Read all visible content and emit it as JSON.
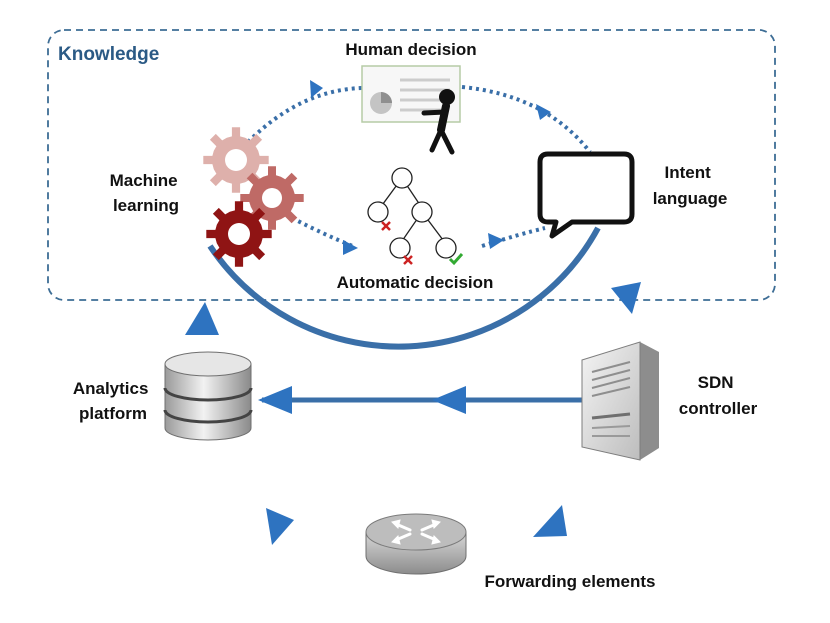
{
  "knowledge": {
    "title": "Knowledge"
  },
  "labels": {
    "human_decision": "Human decision",
    "machine_learning": [
      "Machine",
      "learning"
    ],
    "intent_language": [
      "Intent",
      "language"
    ],
    "automatic_decision": "Automatic decision",
    "analytics_platform": [
      "Analytics",
      "platform"
    ],
    "sdn_controller": [
      "SDN",
      "controller"
    ],
    "forwarding_elements": "Forwarding elements"
  },
  "colors": {
    "flow": "#3a6fa8",
    "arrowhead": "#2e73c0",
    "box_border": "#3d6d95",
    "gear_light": "#deb0ab",
    "gear_mid": "#bf6a66",
    "gear_dark": "#8f1414",
    "reject": "#cc2222",
    "accept": "#33aa33"
  },
  "icons": {
    "presentation": "presentation-board-icon",
    "person": "presenter-person-icon",
    "gears": "gears-icon",
    "tree": "decision-tree-icon",
    "speech": "speech-bubble-icon",
    "database": "database-icon",
    "server": "server-tower-icon",
    "router": "router-icon"
  }
}
